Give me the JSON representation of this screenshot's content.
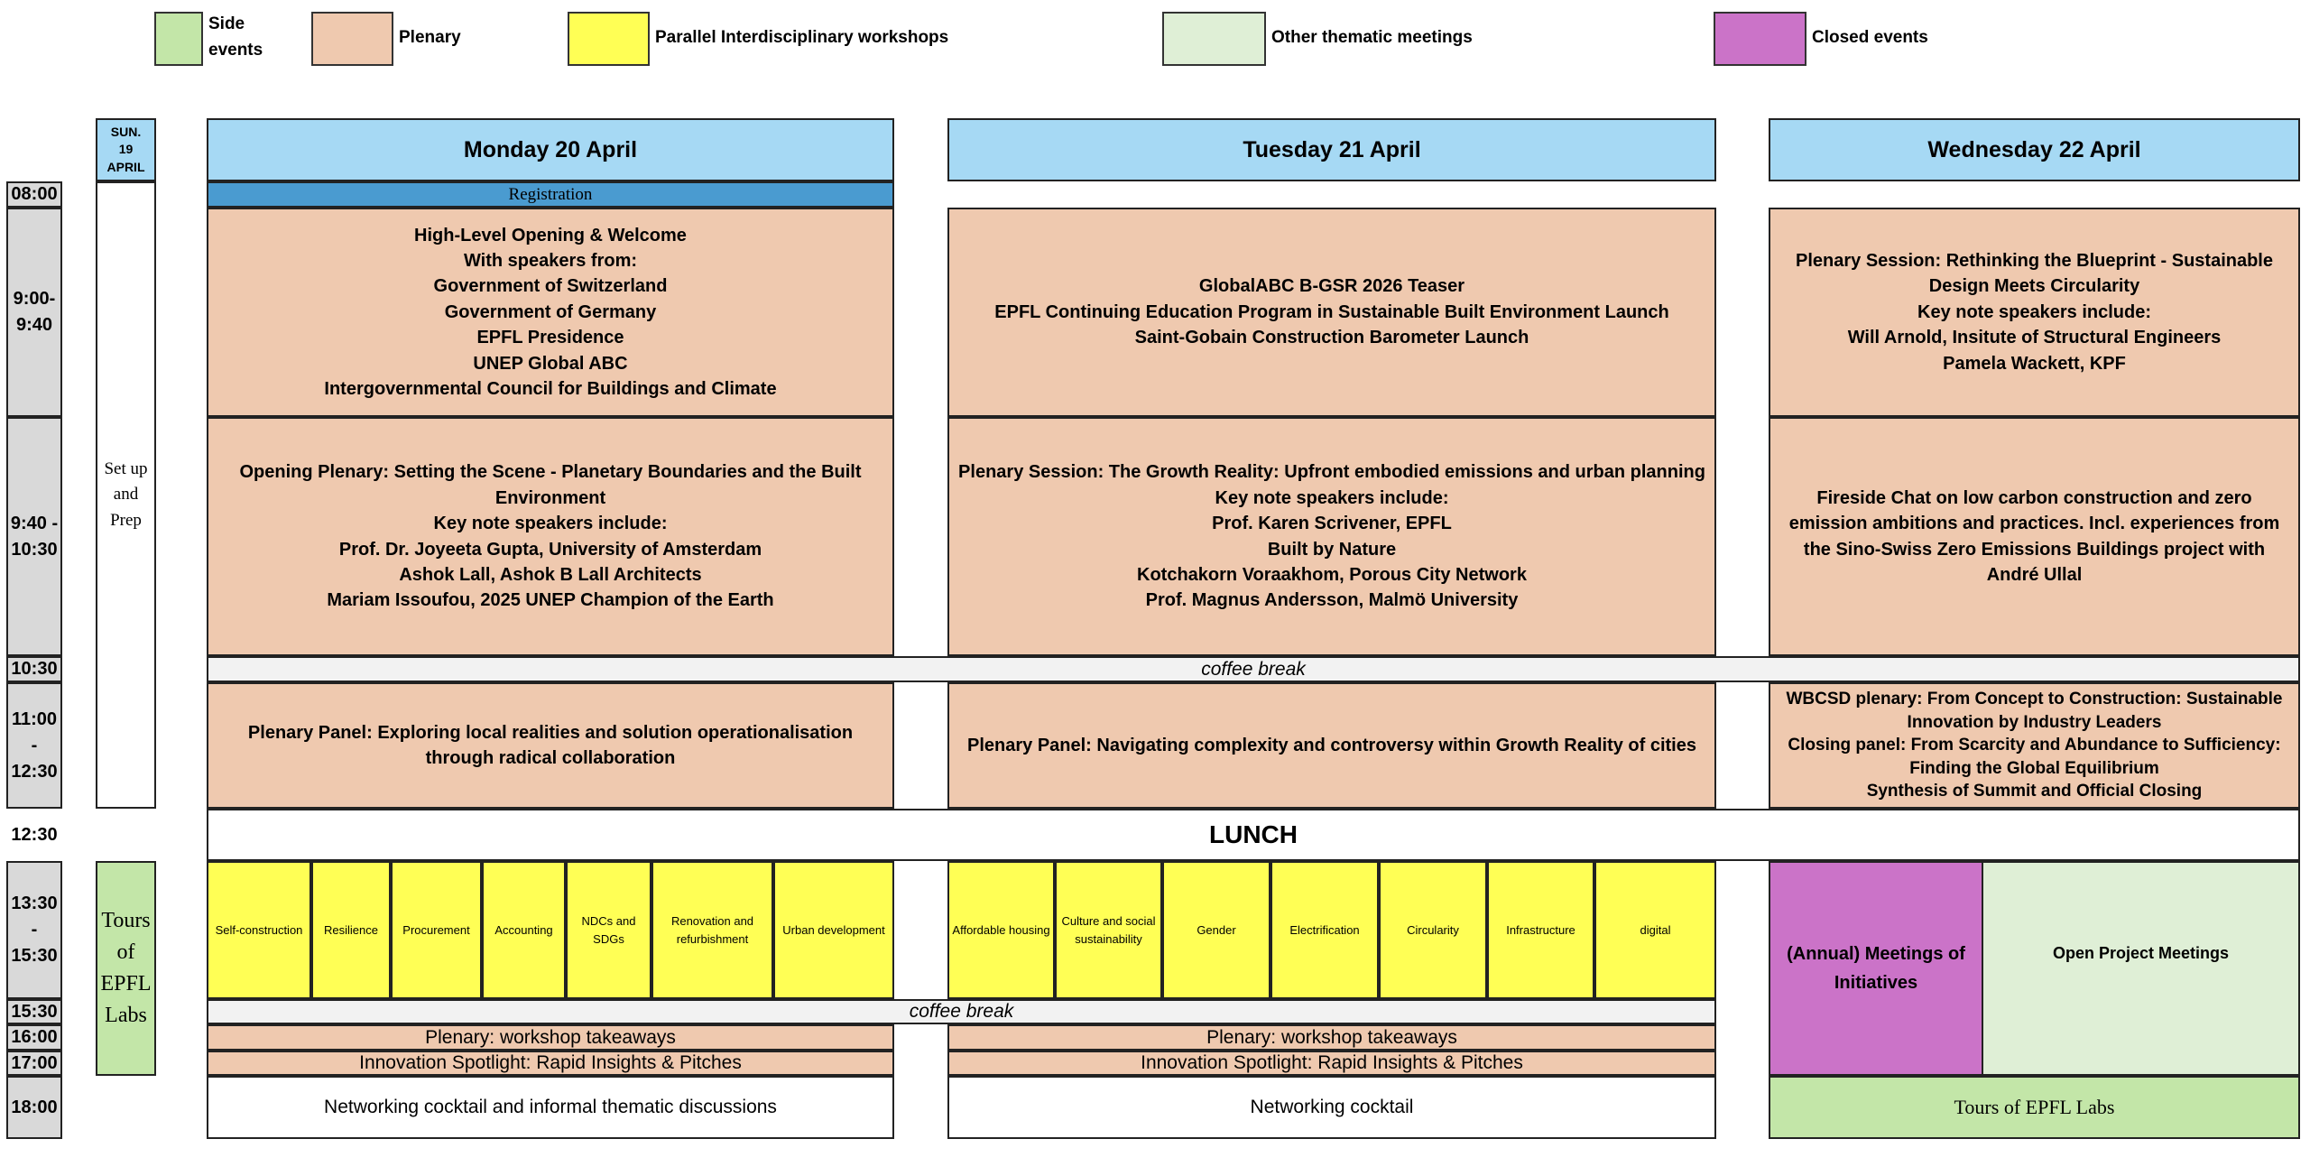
{
  "legend": {
    "side_events": "Side\nevents",
    "plenary": "Plenary",
    "parallel": "Parallel Interdisciplinary workshops",
    "other_thematic": "Other thematic meetings",
    "closed": "Closed events"
  },
  "colors": {
    "plenary": "#efc9af",
    "workshop": "#ffff55",
    "side": "#c3e6a8",
    "other": "#dfefd6",
    "closed": "#cb73c8",
    "header": "#a6d9f4",
    "registration": "#4a9bd0"
  },
  "times": [
    "08:00",
    "9:00-\n9:40",
    "9:40 -\n10:30",
    "10:30",
    "11:00\n-\n12:30",
    "12:30",
    "13:30\n-\n15:30",
    "15:30",
    "16:00",
    "17:00",
    "18:00"
  ],
  "sunday": {
    "header": "SUN.\n19\nAPRIL",
    "setup": "Set up\nand\nPrep",
    "tours": "Tours\nof\nEPFL\nLabs"
  },
  "days": {
    "monday": {
      "header": "Monday 20 April",
      "registration": "Registration",
      "opening": "High-Level Opening & Welcome\nWith speakers from:\nGovernment of Switzerland\nGovernment of Germany\nEPFL Presidence\nUNEP Global ABC\nIntergovernmental Council for Buildings and Climate",
      "opening_plenary": "Opening Plenary: Setting the Scene - Planetary Boundaries and the Built Environment\nKey note speakers include:\nProf. Dr. Joyeeta Gupta, University of Amsterdam\nAshok Lall, Ashok B Lall Architects\nMariam Issoufou, 2025 UNEP Champion of the Earth",
      "panel": "Plenary Panel: Exploring local realities and solution operationalisation through radical collaboration",
      "workshops": [
        "Self-construction",
        "Resilience",
        "Procurement",
        "Accounting",
        "NDCs and\nSDGs",
        "Renovation and\nrefurbishment",
        "Urban development"
      ],
      "takeaways": "Plenary: workshop takeaways",
      "spotlight": "Innovation Spotlight: Rapid Insights & Pitches",
      "evening": "Networking cocktail and informal thematic discussions"
    },
    "tuesday": {
      "header": "Tuesday 21 April",
      "launches": "GlobalABC B-GSR 2026 Teaser\nEPFL Continuing Education Program in Sustainable Built Environment Launch\nSaint-Gobain Construction Barometer Launch",
      "growth": "Plenary Session: The Growth Reality: Upfront embodied emissions and urban planning\nKey note speakers include:\nProf. Karen Scrivener, EPFL\nBuilt by Nature\nKotchakorn Voraakhom, Porous City Network\nProf. Magnus Andersson, Malmö University",
      "panel": "Plenary Panel: Navigating complexity and controversy within Growth Reality of cities",
      "workshops": [
        "Affordable housing",
        "Culture and social\nsustainability",
        "Gender",
        "Electrification",
        "Circularity",
        "Infrastructure",
        "digital"
      ],
      "takeaways": "Plenary: workshop takeaways",
      "spotlight": "Innovation Spotlight: Rapid Insights & Pitches",
      "evening": "Networking cocktail"
    },
    "wednesday": {
      "header": "Wednesday 22 April",
      "blueprint": "Plenary Session: Rethinking the Blueprint - Sustainable Design Meets Circularity\nKey note speakers include:\nWill Arnold, Insitute of Structural Engineers\nPamela Wackett, KPF",
      "fireside": "Fireside Chat on low carbon construction and zero emission ambitions and practices. Incl. experiences from the Sino-Swiss Zero Emissions Buildings project with André Ullal",
      "closing": "WBCSD plenary: From Concept to Construction: Sustainable Innovation by Industry Leaders\nClosing panel: From Scarcity and Abundance to Sufficiency: Finding the Global Equilibrium\nSynthesis of Summit and Official Closing",
      "annual": "(Annual) Meetings of Initiatives",
      "open_project": "Open Project Meetings",
      "tours": "Tours of EPFL Labs"
    }
  },
  "shared": {
    "coffee_break": "coffee break",
    "lunch": "LUNCH"
  }
}
